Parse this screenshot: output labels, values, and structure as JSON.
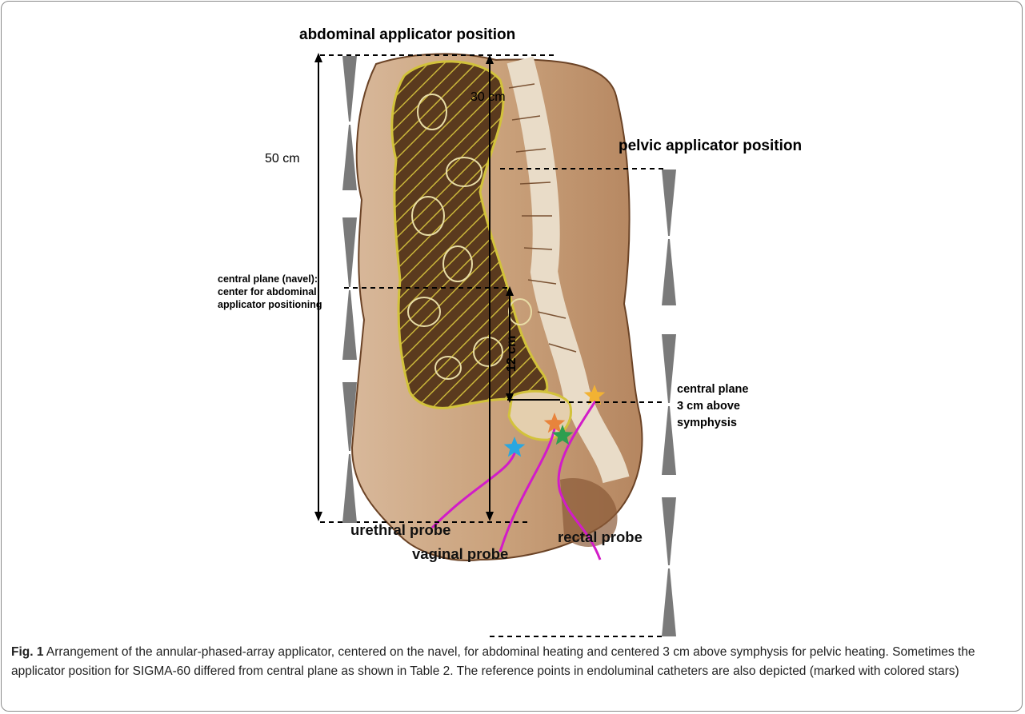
{
  "figure": {
    "title_abdominal": "abdominal applicator position",
    "title_pelvic": "pelvic applicator position",
    "label_50cm": "50 cm",
    "label_30cm": "30 cm",
    "label_12cm": "12 cm",
    "central_plane_navel": [
      "central plane (navel):",
      "center for abdominal",
      "applicator positioning"
    ],
    "central_plane_symphysis": [
      "central plane",
      "3 cm above",
      "symphysis"
    ],
    "probes": {
      "urethral": "urethral probe",
      "vaginal": "vaginal probe",
      "rectal": "rectal probe"
    },
    "star_colors": {
      "urethral": "#2aa7e0",
      "vaginal": "#e8843c",
      "rectal": "#2e9e4f",
      "top": "#f2b233"
    },
    "probe_color": "#d21cc8"
  },
  "caption": {
    "label": "Fig. 1",
    "text": " Arrangement of the annular-phased-array applicator, centered on the navel, for abdominal heating and centered 3 cm above symphysis for pelvic heating. Sometimes the applicator position for SIGMA-60 differed from central plane as shown in Table 2. The reference points in endoluminal catheters are also depicted (marked with colored stars)"
  }
}
